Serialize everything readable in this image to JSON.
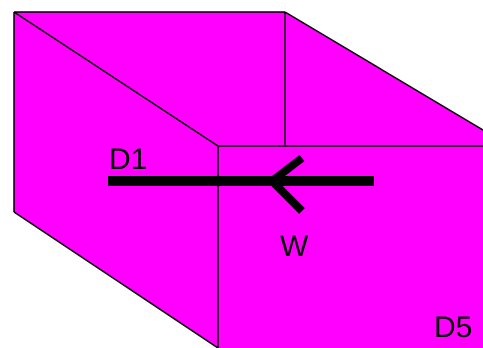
{
  "colors": {
    "face_fill": "#ff00ff",
    "edge": "#000000",
    "arrow": "#000000",
    "background": "#ffffff"
  },
  "labels": {
    "d1": "D1",
    "w": "W",
    "d5": "D5"
  }
}
